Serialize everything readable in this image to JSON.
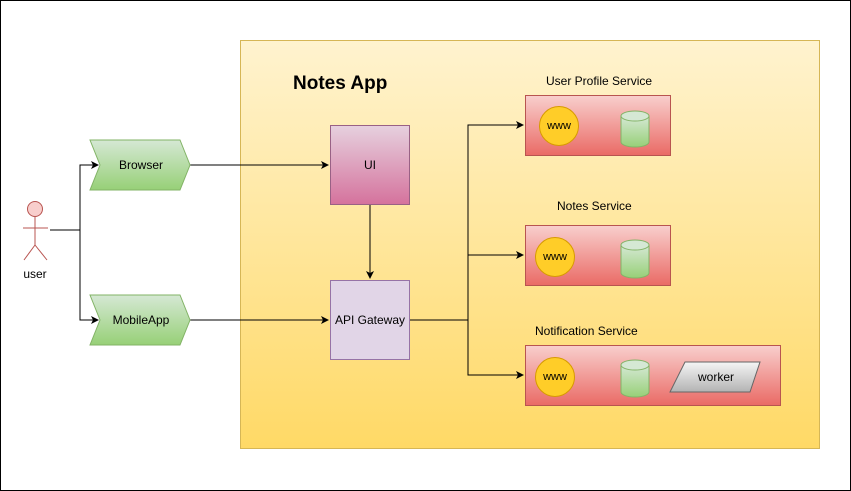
{
  "diagram": {
    "title": "Notes App",
    "actor": {
      "label": "user"
    },
    "clients": [
      {
        "id": "browser",
        "label": "Browser"
      },
      {
        "id": "mobileapp",
        "label": "MobileApp"
      }
    ],
    "ui": {
      "label": "UI"
    },
    "gateway": {
      "label": "API Gateway"
    },
    "services": [
      {
        "id": "user-profile",
        "label": "User Profile Service",
        "web": "www"
      },
      {
        "id": "notes",
        "label": "Notes Service",
        "web": "www"
      },
      {
        "id": "notification",
        "label": "Notification Service",
        "web": "www",
        "worker": "worker"
      }
    ],
    "colors": {
      "container_fill": "#fff2cc",
      "container_stroke": "#d6b656",
      "client_fill": "#d5e8d4",
      "client_stroke": "#82b366",
      "ui_fill": "#e6d0de",
      "gateway_fill": "#e1d5e7",
      "service_fill": "#f8cecc",
      "www_fill": "#ffcd28",
      "actor_fill": "#f8cecc",
      "actor_stroke": "#b85450"
    }
  }
}
